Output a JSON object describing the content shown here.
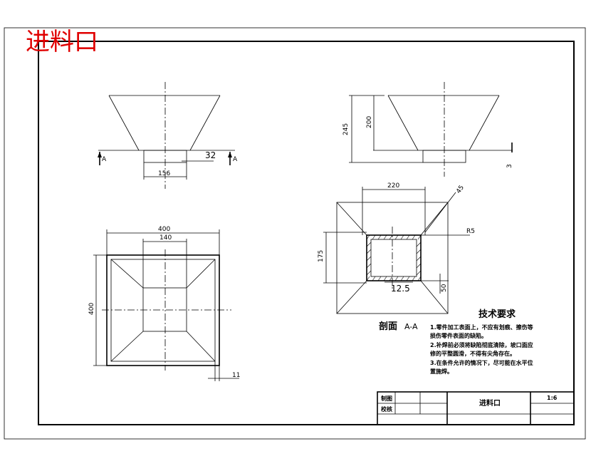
{
  "drawing": {
    "title": "进料口",
    "views": {
      "front": {
        "dim_bottom": "156",
        "dim_side": "32",
        "section_mark_left": "A",
        "section_mark_right": "A"
      },
      "side": {
        "dim_total": "245",
        "dim_height": "200",
        "dim_thickness": "3"
      },
      "top": {
        "dim_width": "400",
        "dim_inner": "140",
        "dim_height": "400",
        "dim_edge": "11"
      },
      "section": {
        "dim_top": "220",
        "dim_angle": "45",
        "dim_radius": "R5",
        "dim_height": "175",
        "dim_wall": "12.5",
        "dim_small": "50",
        "label": "剖面",
        "label_code": "A-A"
      }
    },
    "tech_requirements": {
      "heading": "技术要求",
      "items": [
        "1.零件加工表面上，不应有划痕、擦伤等",
        "损伤零件表面的缺陷。",
        "2.补焊前必须将缺陷彻底清除，坡口面应",
        "修的平整圆滑，不得有尖角存在。",
        "3.在条件允许的情况下，尽可能在水平位",
        "置施焊。"
      ]
    },
    "title_block": {
      "row1_label": "制图",
      "row2_label": "校核",
      "part_name": "进料口",
      "scale": "1:6"
    }
  }
}
